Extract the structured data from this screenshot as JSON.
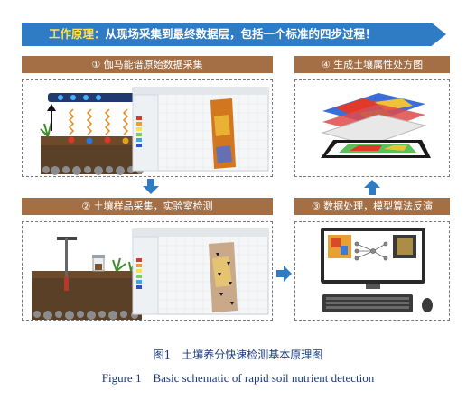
{
  "banner": {
    "key": "工作原理：",
    "text": "从现场采集到最终数据层，包括一个标准的四步过程！"
  },
  "stages": {
    "s1": "① 伽马能谱原始数据采集",
    "s2": "② 土壤样品采集，实验室检测",
    "s3": "③ 数据处理，模型算法反演",
    "s4": "④ 生成土壤属性处方图"
  },
  "colors": {
    "banner": "#2f7bc4",
    "stage_header": "#a56f46",
    "arrow": "#2f7bc4",
    "caption": "#1a3b7a"
  },
  "caption": {
    "cn": "图1　土壤养分快速检测基本原理图",
    "en": "Figure 1　Basic schematic of rapid soil nutrient detection"
  }
}
